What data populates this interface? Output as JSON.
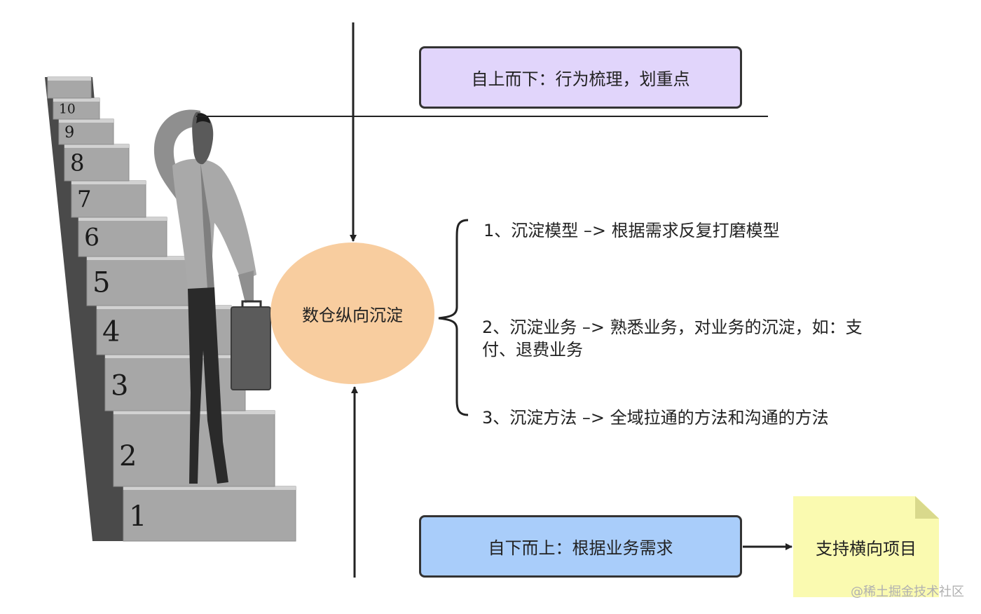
{
  "colors": {
    "top_box_fill": "#e1d5fb",
    "bottom_box_fill": "#a9cdfa",
    "ellipse_fill": "#f8cd9f",
    "note_fill": "#fafab0",
    "note_fold": "#d9d98c",
    "line": "#222222"
  },
  "illustration": {
    "icon": "businessman-climbing-stairs-icon",
    "step_numbers": [
      "1",
      "2",
      "3",
      "4",
      "5",
      "6",
      "7",
      "8",
      "9",
      "10"
    ]
  },
  "top_box": {
    "text": "自上而下：行为梳理，划重点"
  },
  "center": {
    "text": "数仓纵向沉淀"
  },
  "items": [
    {
      "text": "1、沉淀模型 –> 根据需求反复打磨模型"
    },
    {
      "text": "2、沉淀业务 –> 熟悉业务，对业务的沉淀，如：支付、退费业务"
    },
    {
      "text": "3、沉淀方法 –> 全域拉通的方法和沟通的方法"
    }
  ],
  "bottom_box": {
    "text": "自下而上：根据业务需求"
  },
  "note": {
    "text": "支持横向项目"
  },
  "watermark": {
    "text": "@稀土掘金技术社区"
  }
}
